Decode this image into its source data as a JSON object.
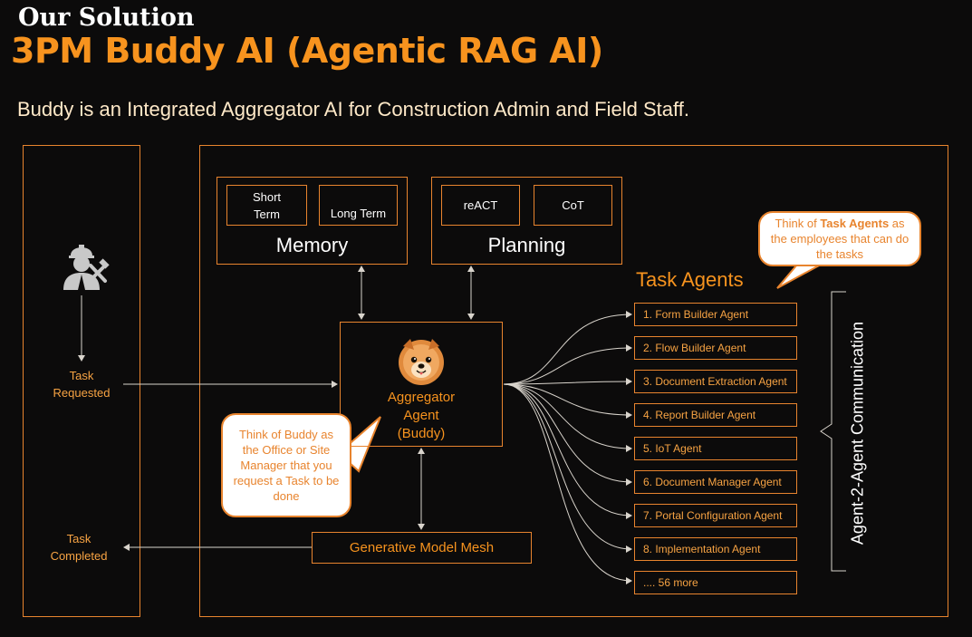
{
  "header": {
    "eyebrow": "Our Solution",
    "title": "3PM Buddy AI (Agentic RAG AI)",
    "subtitle": "Buddy is an Integrated Aggregator AI for Construction Admin and Field Staff."
  },
  "memory": {
    "label": "Memory",
    "items": [
      "Short Term",
      "Long Term"
    ]
  },
  "planning": {
    "label": "Planning",
    "items": [
      "reACT",
      "CoT"
    ]
  },
  "aggregator": {
    "line1": "Aggregator",
    "line2": "Agent",
    "line3": "(Buddy)"
  },
  "mesh": {
    "label": "Generative Model Mesh"
  },
  "left": {
    "requested": "Task Requested",
    "completed": "Task Completed"
  },
  "bubbles": {
    "task_agents": {
      "pre": "Think of ",
      "bold": "Task Agents",
      "post": " as the employees that can do the tasks"
    },
    "buddy": "Think of Buddy as the Office or Site Manager that you request a Task to be done"
  },
  "task_agents": {
    "heading": "Task Agents",
    "items": [
      "1. Form Builder Agent",
      "2. Flow Builder Agent",
      "3. Document Extraction Agent",
      "4. Report Builder Agent",
      "5. IoT Agent",
      "6. Document Manager Agent",
      "7. Portal Configuration Agent",
      "8. Implementation Agent",
      ".... 56 more"
    ]
  },
  "communication_label": "Agent-2-Agent Communication",
  "colors": {
    "accent": "#e8842e",
    "title": "#f7931e",
    "background": "#0c0b0b",
    "connector": "#d9d4cc"
  },
  "icons": {
    "worker": "construction-worker-icon",
    "dog": "pomeranian-mascot-icon"
  }
}
